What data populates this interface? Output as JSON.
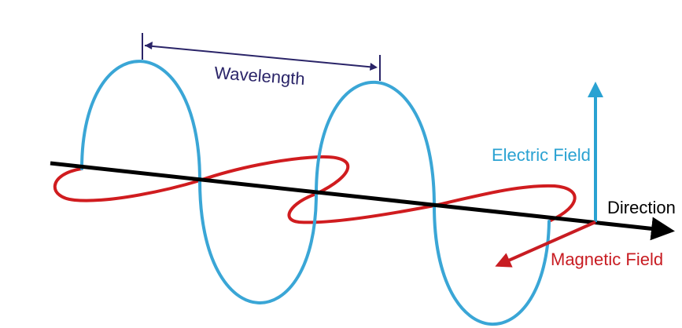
{
  "labels": {
    "wavelength": "Wavelength",
    "electric_field": "Electric Field",
    "direction": "Direction",
    "magnetic_field": "Magnetic Field"
  },
  "colors": {
    "electric_wave": "#3aa6d6",
    "magnetic_wave": "#d01c1f",
    "axis": "#000000",
    "wavelength_marker": "#2a2468",
    "electric_label": "#2aa2d2",
    "magnetic_label": "#c81c22",
    "background": "#ffffff"
  }
}
